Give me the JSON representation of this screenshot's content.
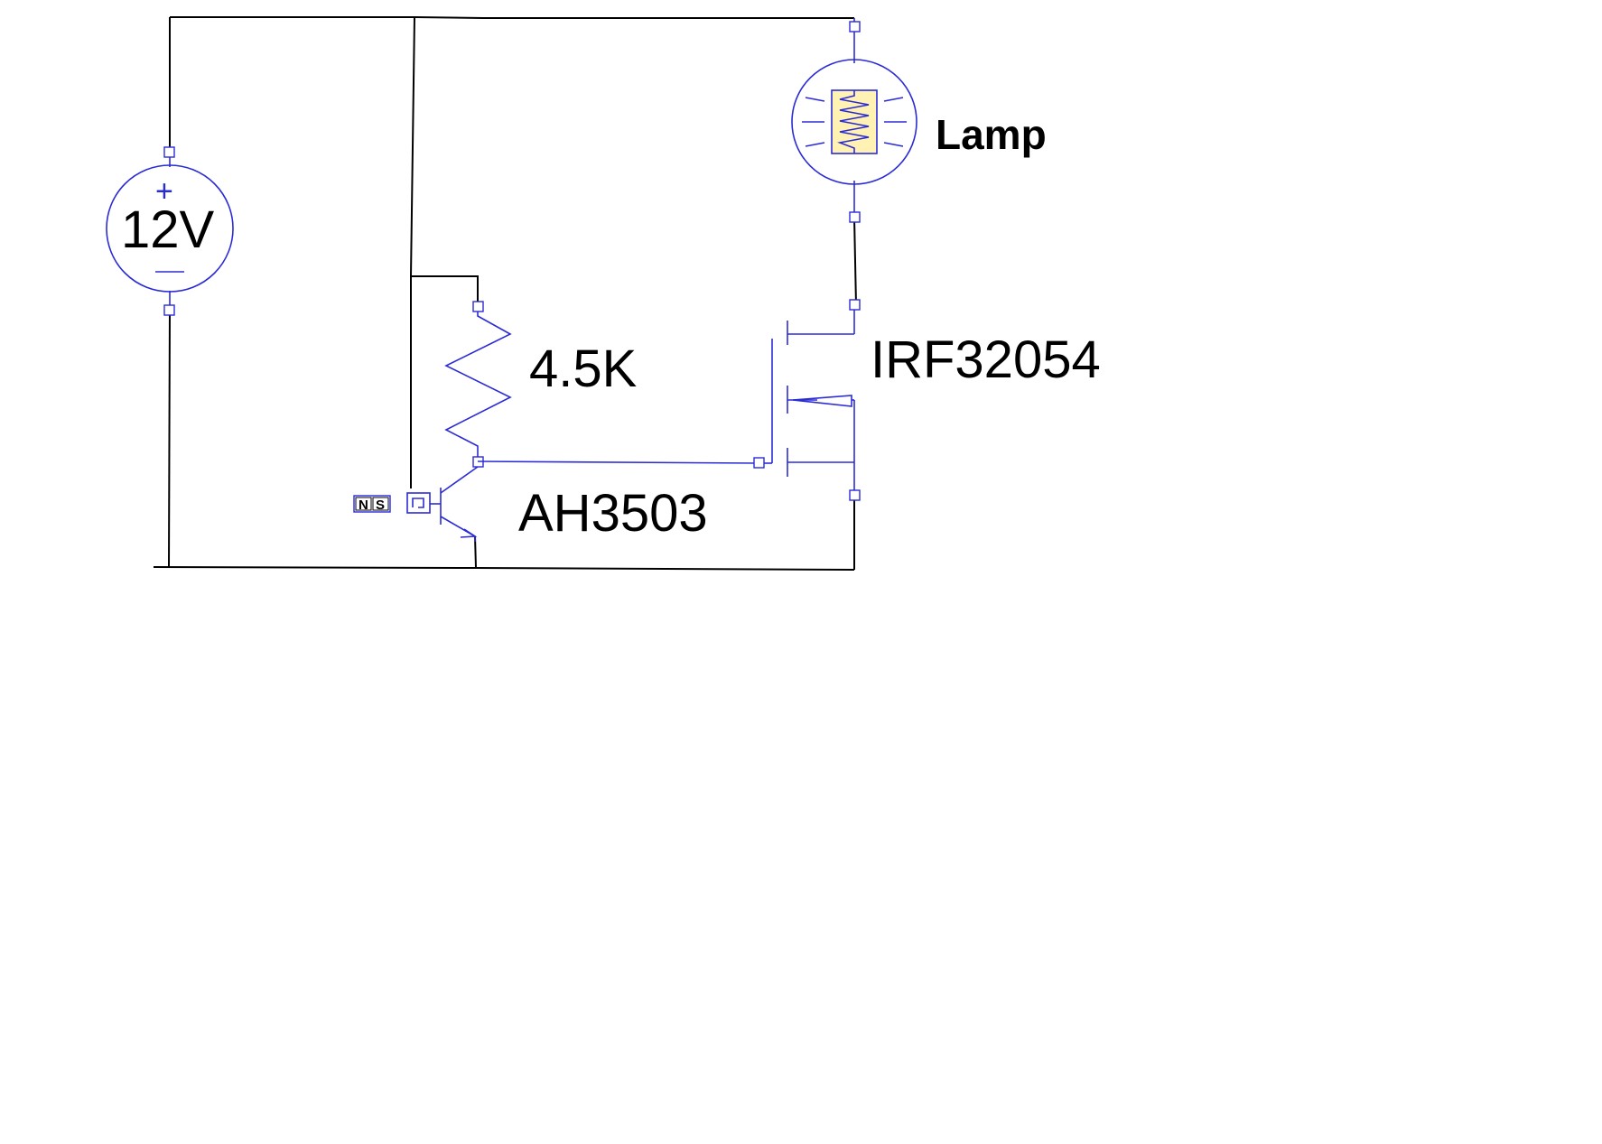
{
  "schematic": {
    "source": {
      "label": "12V",
      "positive_mark": "+",
      "negative_mark": "−"
    },
    "lamp": {
      "label": "Lamp"
    },
    "resistor": {
      "label": "4.5K"
    },
    "mosfet": {
      "label": "IRF32054"
    },
    "hall_sensor": {
      "label": "AH3503",
      "magnet_n": "N",
      "magnet_s": "S"
    }
  },
  "colors": {
    "wire": "#000000",
    "component": "#2b2bd6",
    "lamp_fill": "#fff2b3",
    "background": "#ffffff"
  }
}
